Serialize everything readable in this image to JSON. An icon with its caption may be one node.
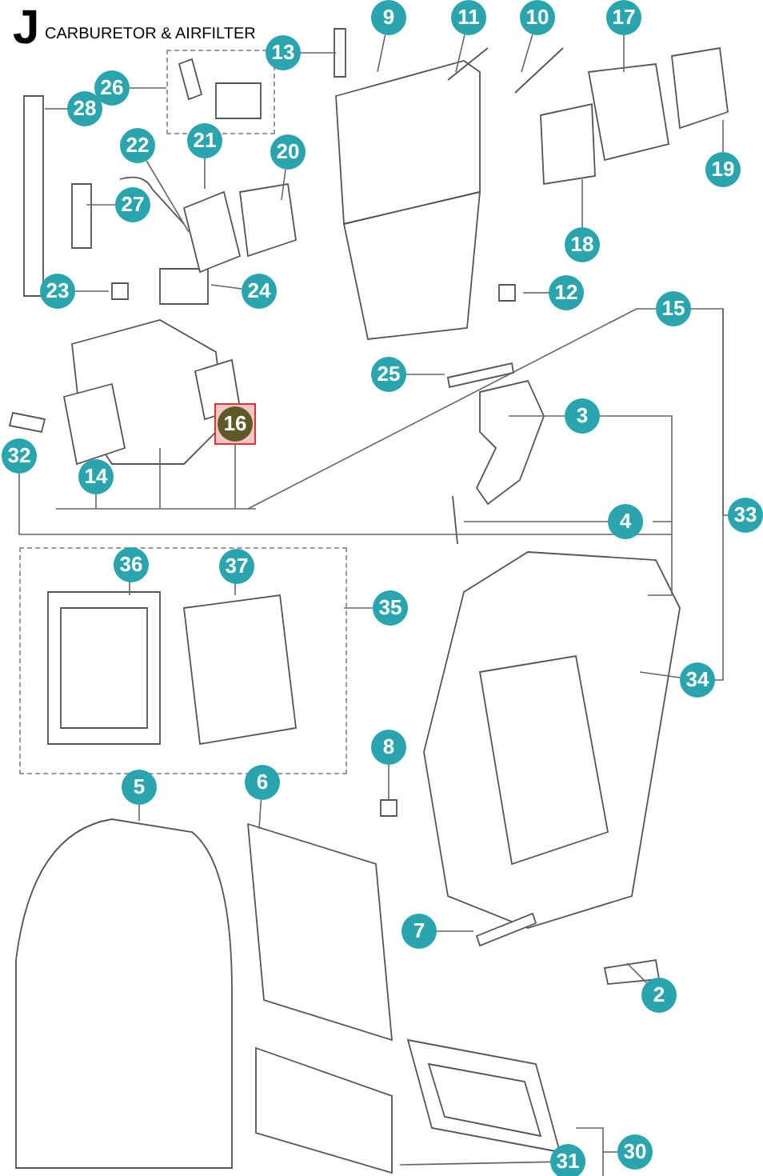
{
  "diagram": {
    "title": "CARBURETOR & AIRFILTER",
    "labels": [
      "J"
    ],
    "nodes": [
      {
        "text": [
          "9"
        ]
      },
      {
        "text": [
          "11"
        ]
      },
      {
        "text": [
          "10"
        ]
      },
      {
        "text": [
          "17"
        ]
      },
      {
        "text": [
          "13"
        ]
      },
      {
        "text": [],
        "shape": "box"
      },
      {
        "text": [
          "26"
        ]
      },
      {
        "text": [
          "28"
        ]
      },
      {
        "text": [
          "22"
        ]
      },
      {
        "text": [
          "21"
        ]
      },
      {
        "text": [
          "20"
        ]
      },
      {
        "text": [
          "19"
        ]
      },
      {
        "text": [
          "27"
        ]
      },
      {
        "text": [
          "18"
        ]
      },
      {
        "text": [
          "23"
        ]
      },
      {
        "text": [
          "24"
        ]
      },
      {
        "text": [
          "12"
        ]
      },
      {
        "text": [
          "15"
        ]
      },
      {
        "text": [
          "25"
        ]
      },
      {
        "text": [
          "3"
        ]
      },
      {
        "text": [
          "16"
        ]
      },
      {
        "text": [
          "32"
        ]
      },
      {
        "text": [
          "14"
        ]
      },
      {
        "text": [
          "4"
        ]
      },
      {
        "text": [
          "33"
        ]
      },
      {
        "text": [],
        "shape": "box"
      },
      {
        "text": [
          "36"
        ],
        "in": 25
      },
      {
        "text": [
          "37"
        ],
        "in": 25
      },
      {
        "text": [
          "35"
        ]
      },
      {
        "text": [
          "34"
        ]
      },
      {
        "text": [
          "8"
        ]
      },
      {
        "text": [
          "5"
        ]
      },
      {
        "text": [
          "6"
        ]
      },
      {
        "text": [
          "7"
        ]
      },
      {
        "text": [
          "2"
        ]
      },
      {
        "text": [
          "31"
        ]
      },
      {
        "text": [
          "30"
        ]
      }
    ],
    "edges": [
      {
        "from": 0,
        "to": null,
        "arrow": "none"
      },
      {
        "from": 1,
        "to": null,
        "arrow": "none"
      },
      {
        "from": 2,
        "to": null,
        "arrow": "none"
      },
      {
        "from": 3,
        "to": null,
        "arrow": "none"
      },
      {
        "from": 4,
        "to": null,
        "arrow": "none"
      },
      {
        "from": 6,
        "to": 5,
        "arrow": "none"
      },
      {
        "from": 7,
        "to": null,
        "arrow": "none"
      },
      {
        "from": 8,
        "to": null,
        "arrow": "none"
      },
      {
        "from": 9,
        "to": null,
        "arrow": "none"
      },
      {
        "from": 10,
        "to": null,
        "arrow": "none"
      },
      {
        "from": 11,
        "to": null,
        "arrow": "none"
      },
      {
        "from": 12,
        "to": null,
        "arrow": "none"
      },
      {
        "from": 13,
        "to": null,
        "arrow": "none"
      },
      {
        "from": 14,
        "to": null,
        "arrow": "none"
      },
      {
        "from": 15,
        "to": null,
        "arrow": "none"
      },
      {
        "from": 16,
        "to": null,
        "arrow": "none"
      },
      {
        "from": 17,
        "to": null,
        "arrow": "none"
      },
      {
        "from": 18,
        "to": null,
        "arrow": "none"
      },
      {
        "from": 19,
        "to": null,
        "arrow": "none"
      },
      {
        "from": 20,
        "to": null,
        "arrow": "none"
      },
      {
        "from": 21,
        "to": null,
        "arrow": "none"
      },
      {
        "from": 22,
        "to": null,
        "arrow": "none"
      },
      {
        "from": 23,
        "to": null,
        "arrow": "none"
      },
      {
        "from": 24,
        "to": null,
        "arrow": "none"
      },
      {
        "from": 26,
        "to": null,
        "arrow": "none"
      },
      {
        "from": 27,
        "to": null,
        "arrow": "none"
      },
      {
        "from": 28,
        "to": 25,
        "arrow": "none"
      },
      {
        "from": 29,
        "to": null,
        "arrow": "none"
      },
      {
        "from": 30,
        "to": null,
        "arrow": "none"
      },
      {
        "from": 31,
        "to": null,
        "arrow": "none"
      },
      {
        "from": 32,
        "to": null,
        "arrow": "none"
      },
      {
        "from": 33,
        "to": null,
        "arrow": "none"
      },
      {
        "from": 34,
        "to": null,
        "arrow": "none"
      },
      {
        "from": 35,
        "to": null,
        "arrow": "none"
      },
      {
        "from": 36,
        "to": null,
        "arrow": "none"
      }
    ]
  }
}
